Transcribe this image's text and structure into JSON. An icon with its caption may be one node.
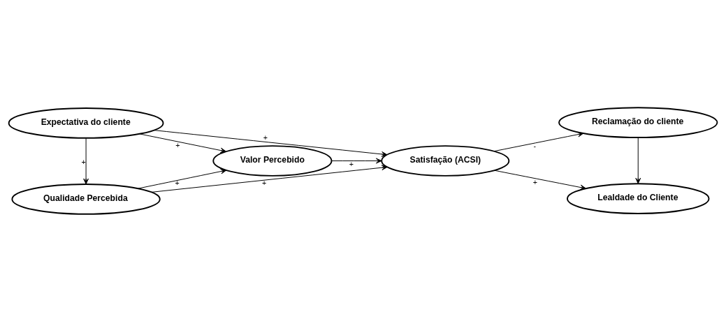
{
  "diagram": {
    "nodes": [
      {
        "text": [
          "Qualidade Percebida"
        ]
      },
      {
        "text": [
          "Reclamação do cliente"
        ]
      },
      {
        "text": [
          "Valor Percebido"
        ]
      },
      {
        "text": [
          "Satisfação (ACSI)"
        ]
      },
      {
        "text": [
          "Expectativa do cliente"
        ]
      },
      {
        "text": [
          "Lealdade do Cliente"
        ]
      }
    ],
    "edges": [
      {
        "from": 4,
        "to": 0,
        "arrow": "to",
        "label": "+"
      },
      {
        "from": 0,
        "to": 2,
        "arrow": "to",
        "label": "+"
      },
      {
        "from": 0,
        "to": 3,
        "arrow": "to",
        "label": "+"
      },
      {
        "from": 4,
        "to": 2,
        "arrow": "to",
        "label": "+"
      },
      {
        "from": 2,
        "to": 3,
        "arrow": "to",
        "label": "+"
      },
      {
        "from": 4,
        "to": 3,
        "arrow": "to",
        "label": "+"
      },
      {
        "from": 3,
        "to": 1,
        "arrow": "to",
        "label": "-"
      },
      {
        "from": 3,
        "to": 5,
        "arrow": "to",
        "label": "+"
      },
      {
        "from": 1,
        "to": 5,
        "arrow": "to"
      }
    ]
  }
}
